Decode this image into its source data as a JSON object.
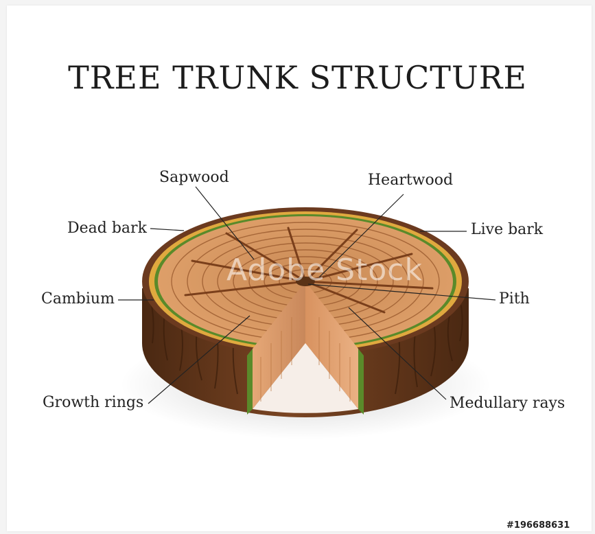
{
  "title": "TREE TRUNK STRUCTURE",
  "labels": {
    "sapwood": "Sapwood",
    "heartwood": "Heartwood",
    "dead_bark": "Dead bark",
    "live_bark": "Live bark",
    "cambium": "Cambium",
    "pith": "Pith",
    "growth_rings": "Growth rings",
    "medullary_rays": "Medullary rays"
  },
  "watermark": "Adobe Stock",
  "stock_id": "#196688631",
  "colors": {
    "dead_bark": "#6b3a1f",
    "cambium": "#5a8a2a",
    "sapwood_ring": "#e0a93f",
    "wood": "#d9935a",
    "ring_line": "#9a5a2e",
    "pith": "#5a3216"
  }
}
